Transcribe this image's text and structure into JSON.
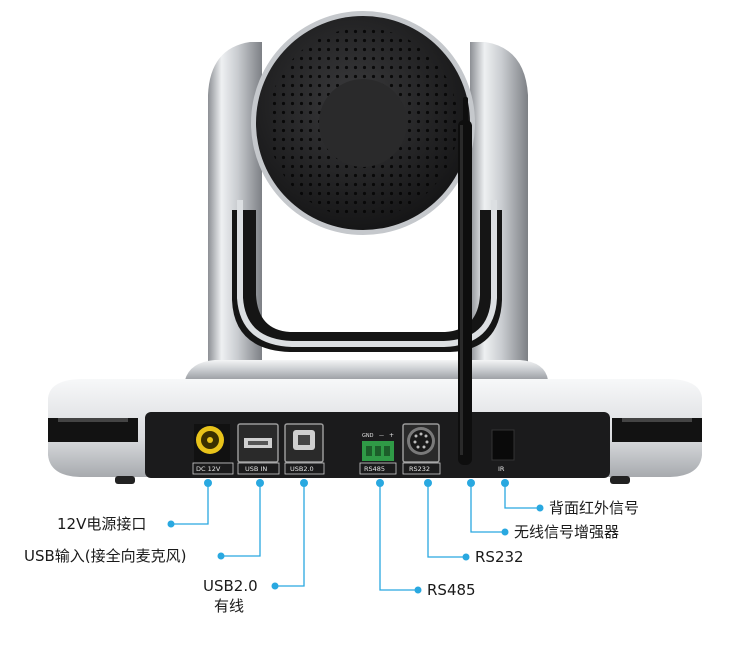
{
  "accent_color": "#29a8e0",
  "ports": {
    "dc12v": "DC  12V",
    "usb_in": "USB IN",
    "usb20": "USB2.0",
    "gnd": "GND",
    "minus": "—",
    "plus": "+",
    "rs485": "RS485",
    "rs232": "RS232",
    "ir": "IR"
  },
  "callouts": {
    "dc12v": "12V电源接口",
    "usb_in": "USB输入(接全向麦克风)",
    "usb20_line1": "USB2.0",
    "usb20_line2": "有线",
    "rs485": "RS485",
    "rs232": "RS232",
    "antenna": "无线信号增强器",
    "ir": "背面红外信号"
  },
  "icons": [
    "speaker-grille-icon",
    "antenna-icon",
    "dc-jack-icon",
    "usb-a-port-icon",
    "usb-b-port-icon",
    "terminal-block-icon",
    "mini-din-port-icon",
    "ir-sensor-icon"
  ]
}
